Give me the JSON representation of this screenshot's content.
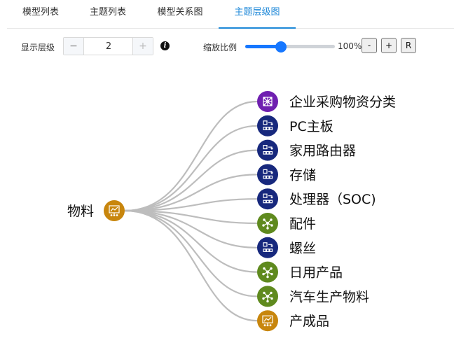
{
  "tabs": [
    {
      "label": "模型列表",
      "active": false
    },
    {
      "label": "主题列表",
      "active": false
    },
    {
      "label": "模型关系图",
      "active": false
    },
    {
      "label": "主题层级图",
      "active": true
    }
  ],
  "toolbar": {
    "level_label": "显示层级",
    "level_value": "2",
    "minus_label": "−",
    "plus_label": "+",
    "info_icon": "info-icon",
    "zoom_label": "缩放比例",
    "zoom_value": 0.4,
    "zoom_text": "100%",
    "zoom_out_label": "-",
    "zoom_in_label": "+",
    "reset_label": "R"
  },
  "tree": {
    "root": {
      "label": "物料",
      "icon": "chart-board-icon",
      "color": "#c8860d"
    },
    "children": [
      {
        "label": "企业采购物资分类",
        "icon": "network-grid-icon",
        "color": "#6f1fb0"
      },
      {
        "label": "PC主板",
        "icon": "flow-nodes-icon",
        "color": "#17287d"
      },
      {
        "label": "家用路由器",
        "icon": "flow-nodes-icon",
        "color": "#17287d"
      },
      {
        "label": "存储",
        "icon": "flow-nodes-icon",
        "color": "#17287d"
      },
      {
        "label": "处理器（SOC)",
        "icon": "flow-nodes-icon",
        "color": "#17287d"
      },
      {
        "label": "配件",
        "icon": "hub-network-icon",
        "color": "#5f8a1e"
      },
      {
        "label": "螺丝",
        "icon": "flow-nodes-icon",
        "color": "#17287d"
      },
      {
        "label": "日用产品",
        "icon": "hub-network-icon",
        "color": "#5f8a1e"
      },
      {
        "label": "汽车生产物料",
        "icon": "hub-network-icon",
        "color": "#5f8a1e"
      },
      {
        "label": "产成品",
        "icon": "chart-board-icon",
        "color": "#c8860d"
      }
    ]
  }
}
